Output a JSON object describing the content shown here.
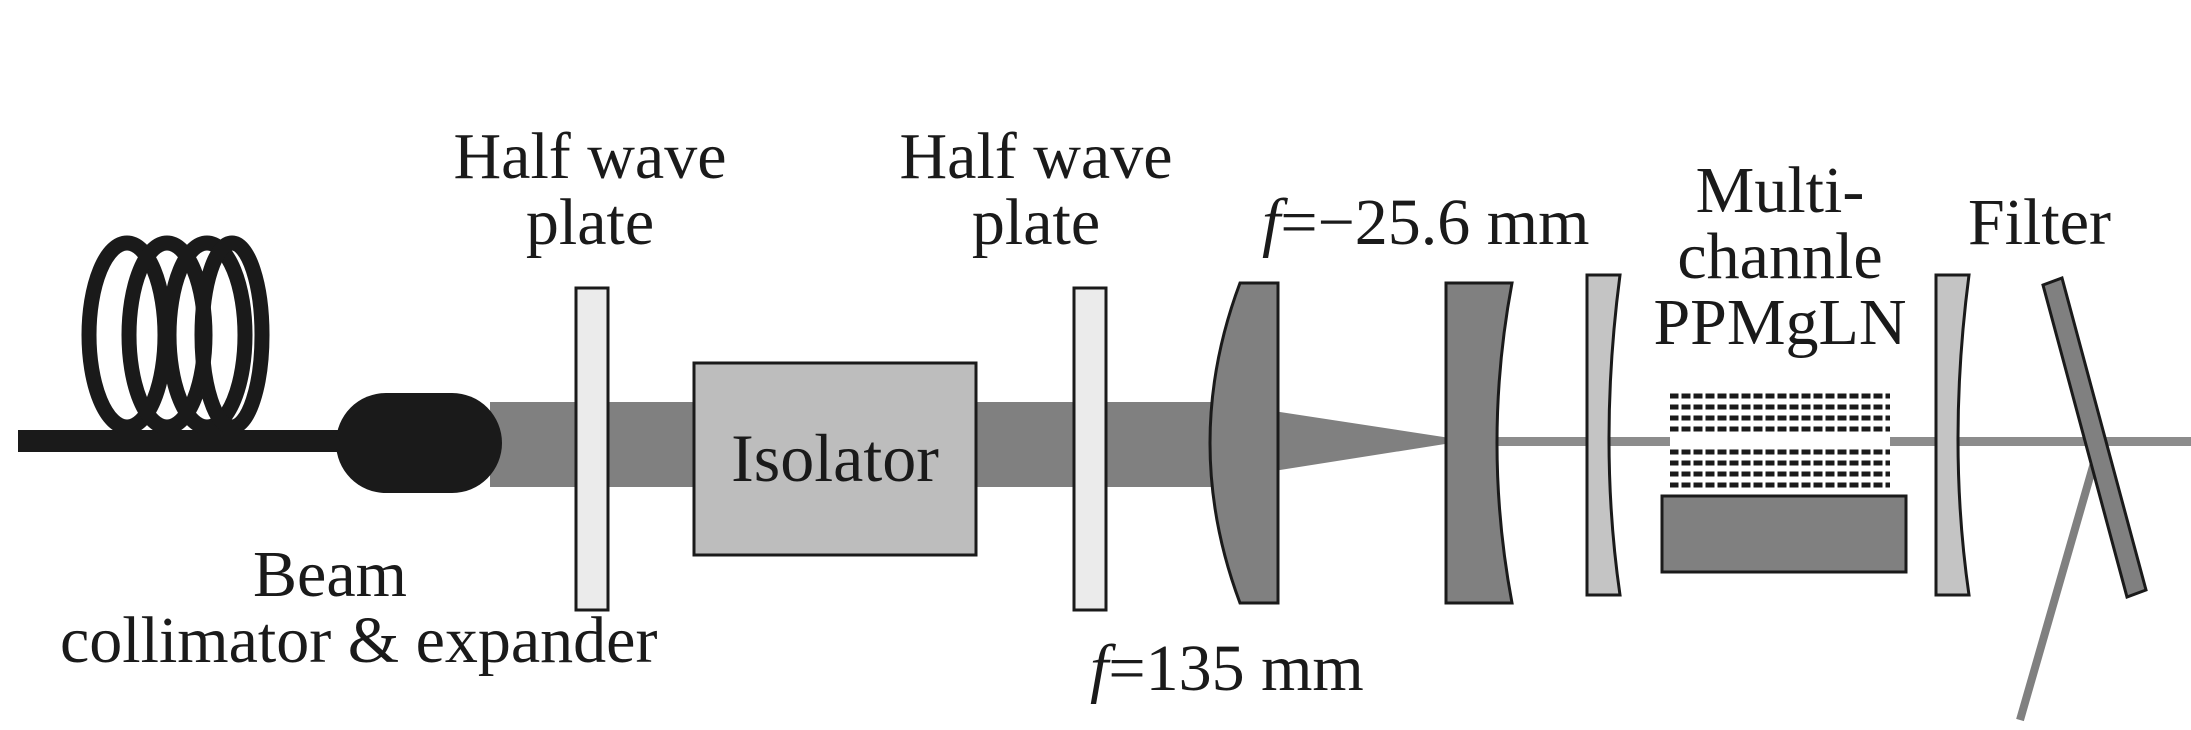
{
  "labels": {
    "hwp1": [
      "Half wave",
      "plate"
    ],
    "hwp2": [
      "Half wave",
      "plate"
    ],
    "isolator": "Isolator",
    "collimator": [
      "Beam",
      "collimator & expander"
    ],
    "lens1_f": "f",
    "lens1_rest": "=135 mm",
    "lens2_f": "f",
    "lens2_rest": "=−25.6 mm",
    "crystal": [
      "Multi-",
      "channle",
      "PPMgLN"
    ],
    "filter": "Filter"
  }
}
